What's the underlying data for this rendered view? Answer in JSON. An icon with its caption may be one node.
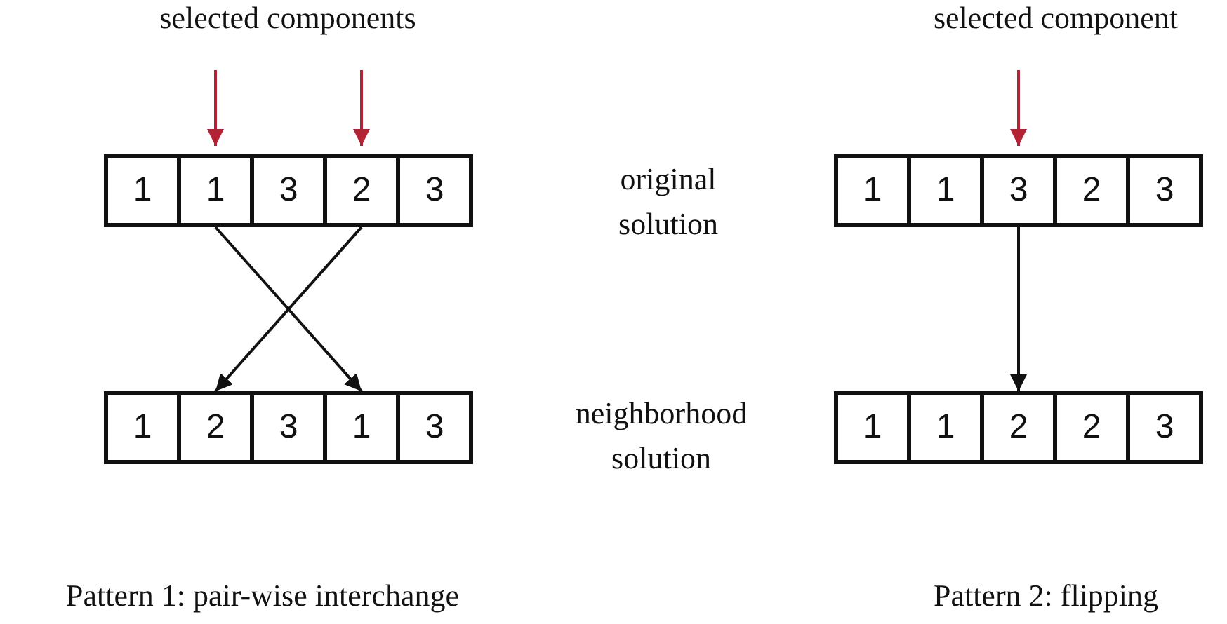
{
  "diagram": {
    "nodes": [
      {
        "text": [
          "1"
        ]
      },
      {
        "text": [
          "1"
        ]
      },
      {
        "text": [
          "3"
        ]
      },
      {
        "text": [
          "2"
        ]
      },
      {
        "text": [
          "3"
        ]
      },
      {
        "text": [
          "1"
        ]
      },
      {
        "text": [
          "2"
        ]
      },
      {
        "text": [
          "3"
        ]
      },
      {
        "text": [
          "1"
        ]
      },
      {
        "text": [
          "3"
        ]
      },
      {
        "text": [
          "1"
        ]
      },
      {
        "text": [
          "1"
        ]
      },
      {
        "text": [
          "3"
        ]
      },
      {
        "text": [
          "2"
        ]
      },
      {
        "text": [
          "3"
        ]
      },
      {
        "text": [
          "1"
        ]
      },
      {
        "text": [
          "1"
        ]
      },
      {
        "text": [
          "2"
        ]
      },
      {
        "text": [
          "2"
        ]
      },
      {
        "text": [
          "3"
        ]
      }
    ],
    "edges": [
      {
        "from": null,
        "to": 1,
        "arrow": "to",
        "color": "#b22234"
      },
      {
        "from": null,
        "to": 3,
        "arrow": "to",
        "color": "#b22234"
      },
      {
        "from": 1,
        "to": 8,
        "arrow": "to",
        "color": "#111111"
      },
      {
        "from": 3,
        "to": 6,
        "arrow": "to",
        "color": "#111111"
      },
      {
        "from": null,
        "to": 12,
        "arrow": "to",
        "color": "#b22234"
      },
      {
        "from": 12,
        "to": 17,
        "arrow": "to",
        "color": "#111111"
      }
    ],
    "labels": [
      "selected components",
      "selected component",
      "original solution",
      "neighborhood solution",
      "Pattern 1: pair-wise interchange",
      "Pattern 2: flipping"
    ]
  }
}
